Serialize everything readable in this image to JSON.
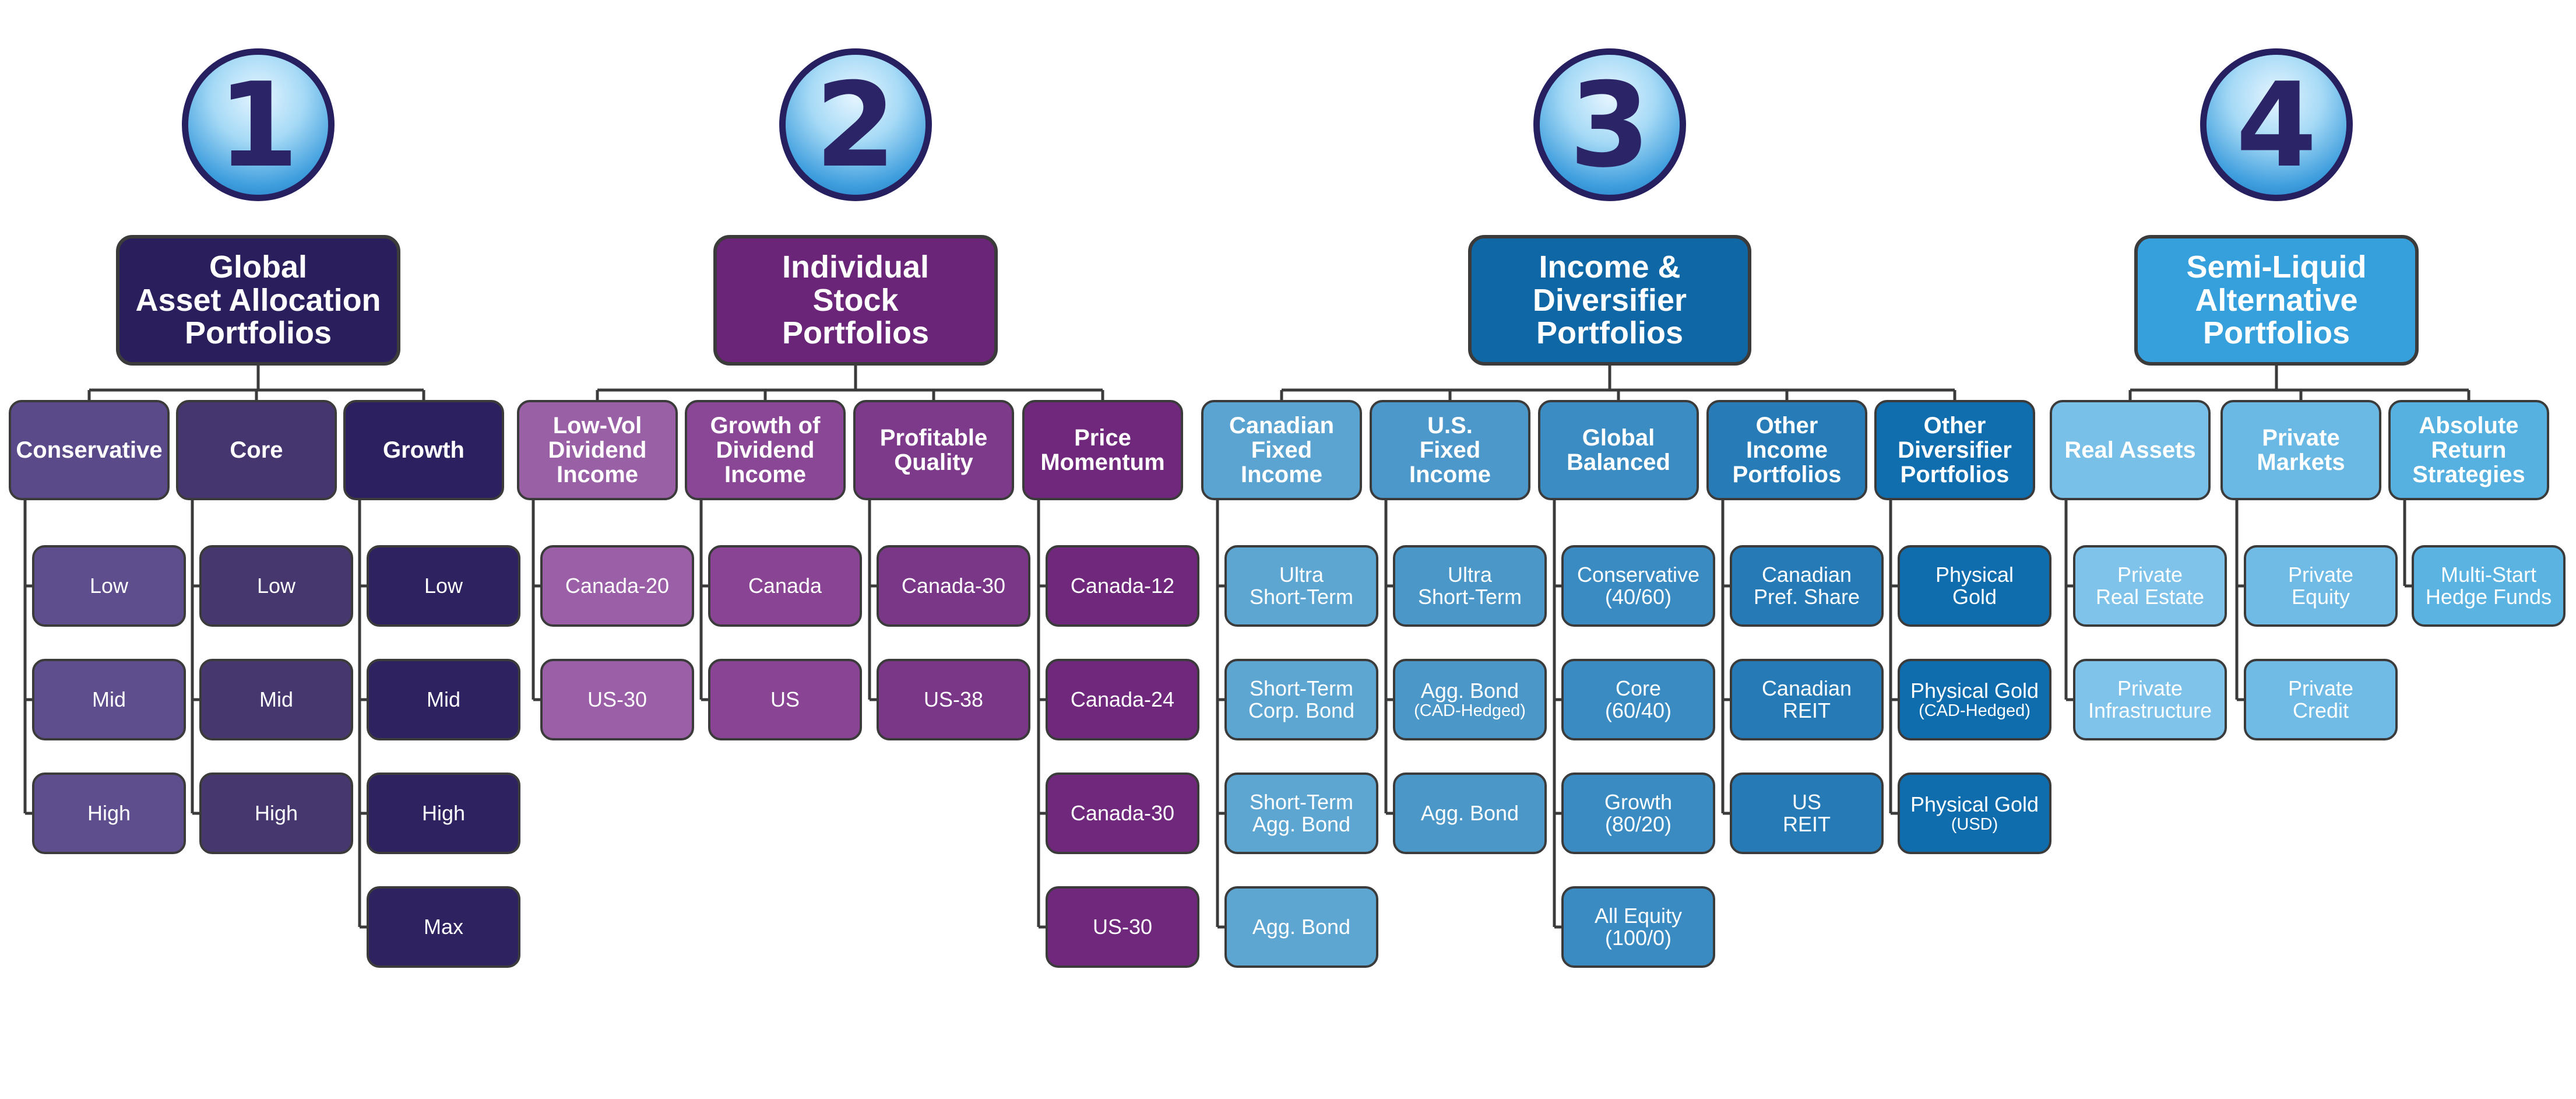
{
  "colors": {
    "line": "#3b3b3b",
    "badge_ring": "#262060",
    "badge_text": "#2b2466"
  },
  "groups": [
    {
      "number": "1",
      "title": "Global\nAsset Allocation\nPortfolios",
      "header_color": "#2a1e5c",
      "categories": [
        {
          "label": "Conservative",
          "color": "#5b4a8a",
          "leaf_color": "#5f4e8e",
          "items": [
            {
              "text": "Low"
            },
            {
              "text": "Mid"
            },
            {
              "text": "High"
            }
          ]
        },
        {
          "label": "Core",
          "color": "#46366f",
          "leaf_color": "#46386f",
          "items": [
            {
              "text": "Low"
            },
            {
              "text": "Mid"
            },
            {
              "text": "High"
            }
          ]
        },
        {
          "label": "Growth",
          "color": "#2d2060",
          "leaf_color": "#2e2260",
          "items": [
            {
              "text": "Low"
            },
            {
              "text": "Mid"
            },
            {
              "text": "High"
            },
            {
              "text": "Max"
            }
          ]
        }
      ]
    },
    {
      "number": "2",
      "title": "Individual\nStock\nPortfolios",
      "header_color": "#6a2478",
      "categories": [
        {
          "label": "Low-Vol\nDividend\nIncome",
          "color": "#9a60a6",
          "leaf_color": "#9a5fa6",
          "items": [
            {
              "text": "Canada-20"
            },
            {
              "text": "US-30"
            }
          ]
        },
        {
          "label": "Growth of\nDividend\nIncome",
          "color": "#8a4796",
          "leaf_color": "#894594",
          "items": [
            {
              "text": "Canada"
            },
            {
              "text": "US"
            }
          ]
        },
        {
          "label": "Profitable\nQuality",
          "color": "#7d3a8a",
          "leaf_color": "#7a3788",
          "items": [
            {
              "text": "Canada-30"
            },
            {
              "text": "US-38"
            }
          ]
        },
        {
          "label": "Price\nMomentum",
          "color": "#70287c",
          "leaf_color": "#6f287b",
          "items": [
            {
              "text": "Canada-12"
            },
            {
              "text": "Canada-24"
            },
            {
              "text": "Canada-30"
            },
            {
              "text": "US-30"
            }
          ]
        }
      ]
    },
    {
      "number": "3",
      "title": "Income &\nDiversifier\nPortfolios",
      "header_color": "#0f67a5",
      "categories": [
        {
          "label": "Canadian\nFixed\nIncome",
          "color": "#5ba4d1",
          "leaf_color": "#5ea6d2",
          "items": [
            {
              "text": "Ultra\nShort-Term"
            },
            {
              "text": "Short-Term\nCorp. Bond"
            },
            {
              "text": "Short-Term\nAgg. Bond"
            },
            {
              "text": "Agg. Bond"
            }
          ]
        },
        {
          "label": "U.S.\nFixed\nIncome",
          "color": "#4c98ca",
          "leaf_color": "#4b97c8",
          "items": [
            {
              "text": "Ultra\nShort-Term"
            },
            {
              "text": "Agg. Bond",
              "sub": "(CAD-Hedged)"
            },
            {
              "text": "Agg. Bond"
            }
          ]
        },
        {
          "label": "Global\nBalanced",
          "color": "#3b8cc3",
          "leaf_color": "#3a8bc2",
          "items": [
            {
              "text": "Conservative\n(40/60)"
            },
            {
              "text": "Core\n(60/40)"
            },
            {
              "text": "Growth\n(80/20)"
            },
            {
              "text": "All Equity\n(100/0)"
            }
          ]
        },
        {
          "label": "Other\nIncome\nPortfolios",
          "color": "#277cb8",
          "leaf_color": "#267bb7",
          "items": [
            {
              "text": "Canadian\nPref. Share"
            },
            {
              "text": "Canadian\nREIT"
            },
            {
              "text": "US\nREIT"
            }
          ]
        },
        {
          "label": "Other\nDiversifier\nPortfolios",
          "color": "#106eae",
          "leaf_color": "#0f6dad",
          "items": [
            {
              "text": "Physical\nGold"
            },
            {
              "text": "Physical Gold",
              "sub": "(CAD-Hedged)"
            },
            {
              "text": "Physical Gold",
              "sub": "(USD)"
            }
          ]
        }
      ]
    },
    {
      "number": "4",
      "title": "Semi-Liquid\nAlternative\nPortfolios",
      "header_color": "#35a0db",
      "categories": [
        {
          "label": "Real Assets",
          "color": "#78c0e8",
          "leaf_color": "#7fc3ea",
          "items": [
            {
              "text": "Private\nReal Estate"
            },
            {
              "text": "Private\nInfrastructure"
            }
          ]
        },
        {
          "label": "Private\nMarkets",
          "color": "#6ab9e5",
          "leaf_color": "#6fbbe6",
          "items": [
            {
              "text": "Private\nEquity"
            },
            {
              "text": "Private\nCredit"
            }
          ]
        },
        {
          "label": "Absolute\nReturn\nStrategies",
          "color": "#56b0e0",
          "leaf_color": "#5bb3e2",
          "items": [
            {
              "text": "Multi-Start\nHedge Funds"
            }
          ]
        }
      ]
    }
  ]
}
